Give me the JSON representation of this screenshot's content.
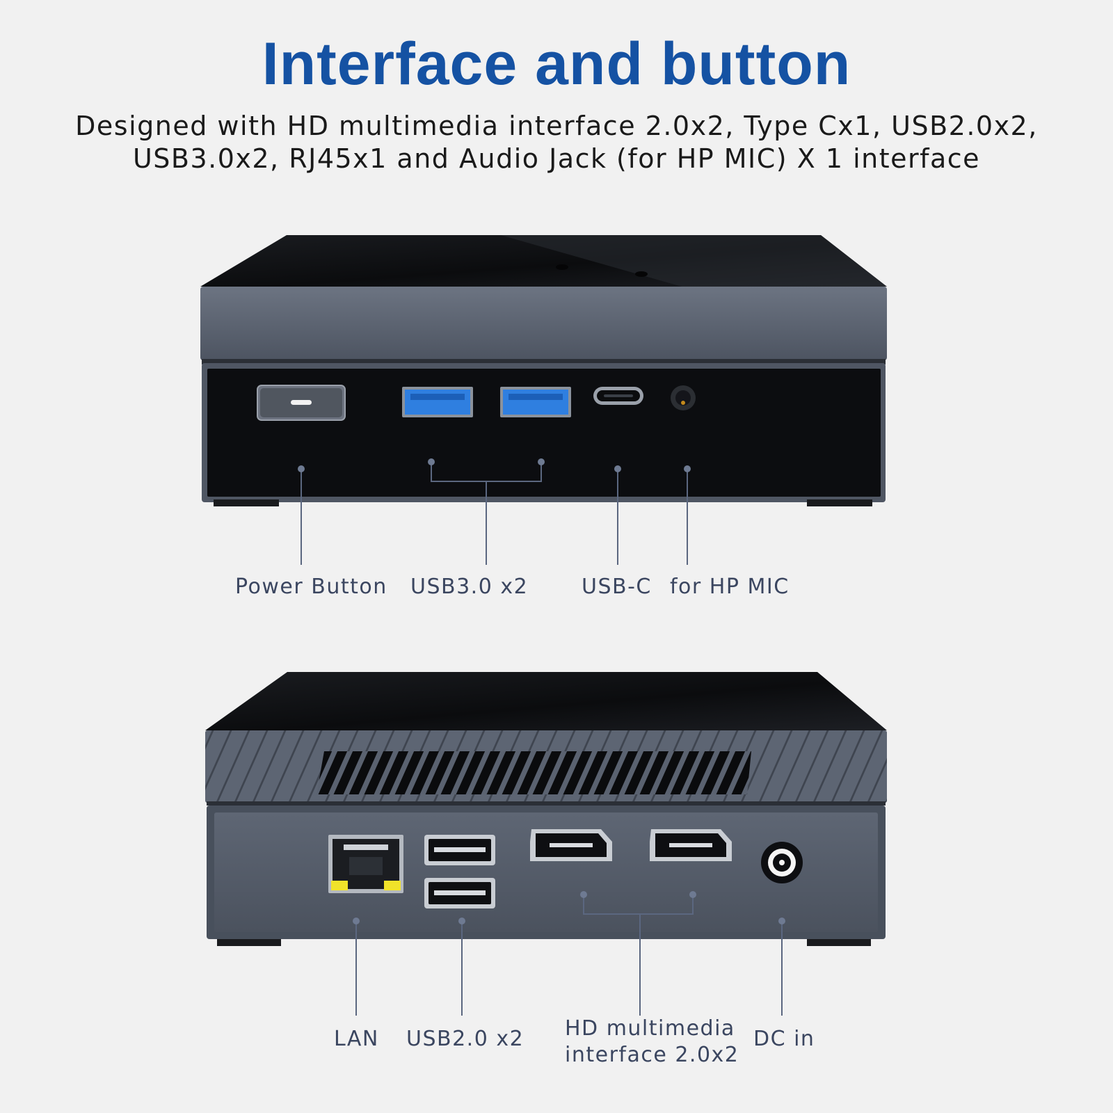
{
  "header": {
    "title": "Interface and button",
    "subtitle_line1": "Designed with HD multimedia interface 2.0x2, Type Cx1, USB2.0x2,",
    "subtitle_line2": "USB3.0x2, RJ45x1 and Audio Jack (for HP MIC) X 1 interface"
  },
  "front_labels": {
    "power": "Power Button",
    "usb3": "USB3.0 x2",
    "usbc": "USB-C",
    "mic": "for HP MIC"
  },
  "back_labels": {
    "lan": "LAN",
    "usb2": "USB2.0 x2",
    "hd_line1": "HD multimedia",
    "hd_line2": "interface 2.0x2",
    "dc": "DC in"
  },
  "colors": {
    "title_blue": "#1552a3",
    "chassis_gray": "#5a6270",
    "panel_black": "#0c0d10",
    "usb3_blue": "#2f7fe0",
    "led_yellow": "#f1e32a"
  }
}
